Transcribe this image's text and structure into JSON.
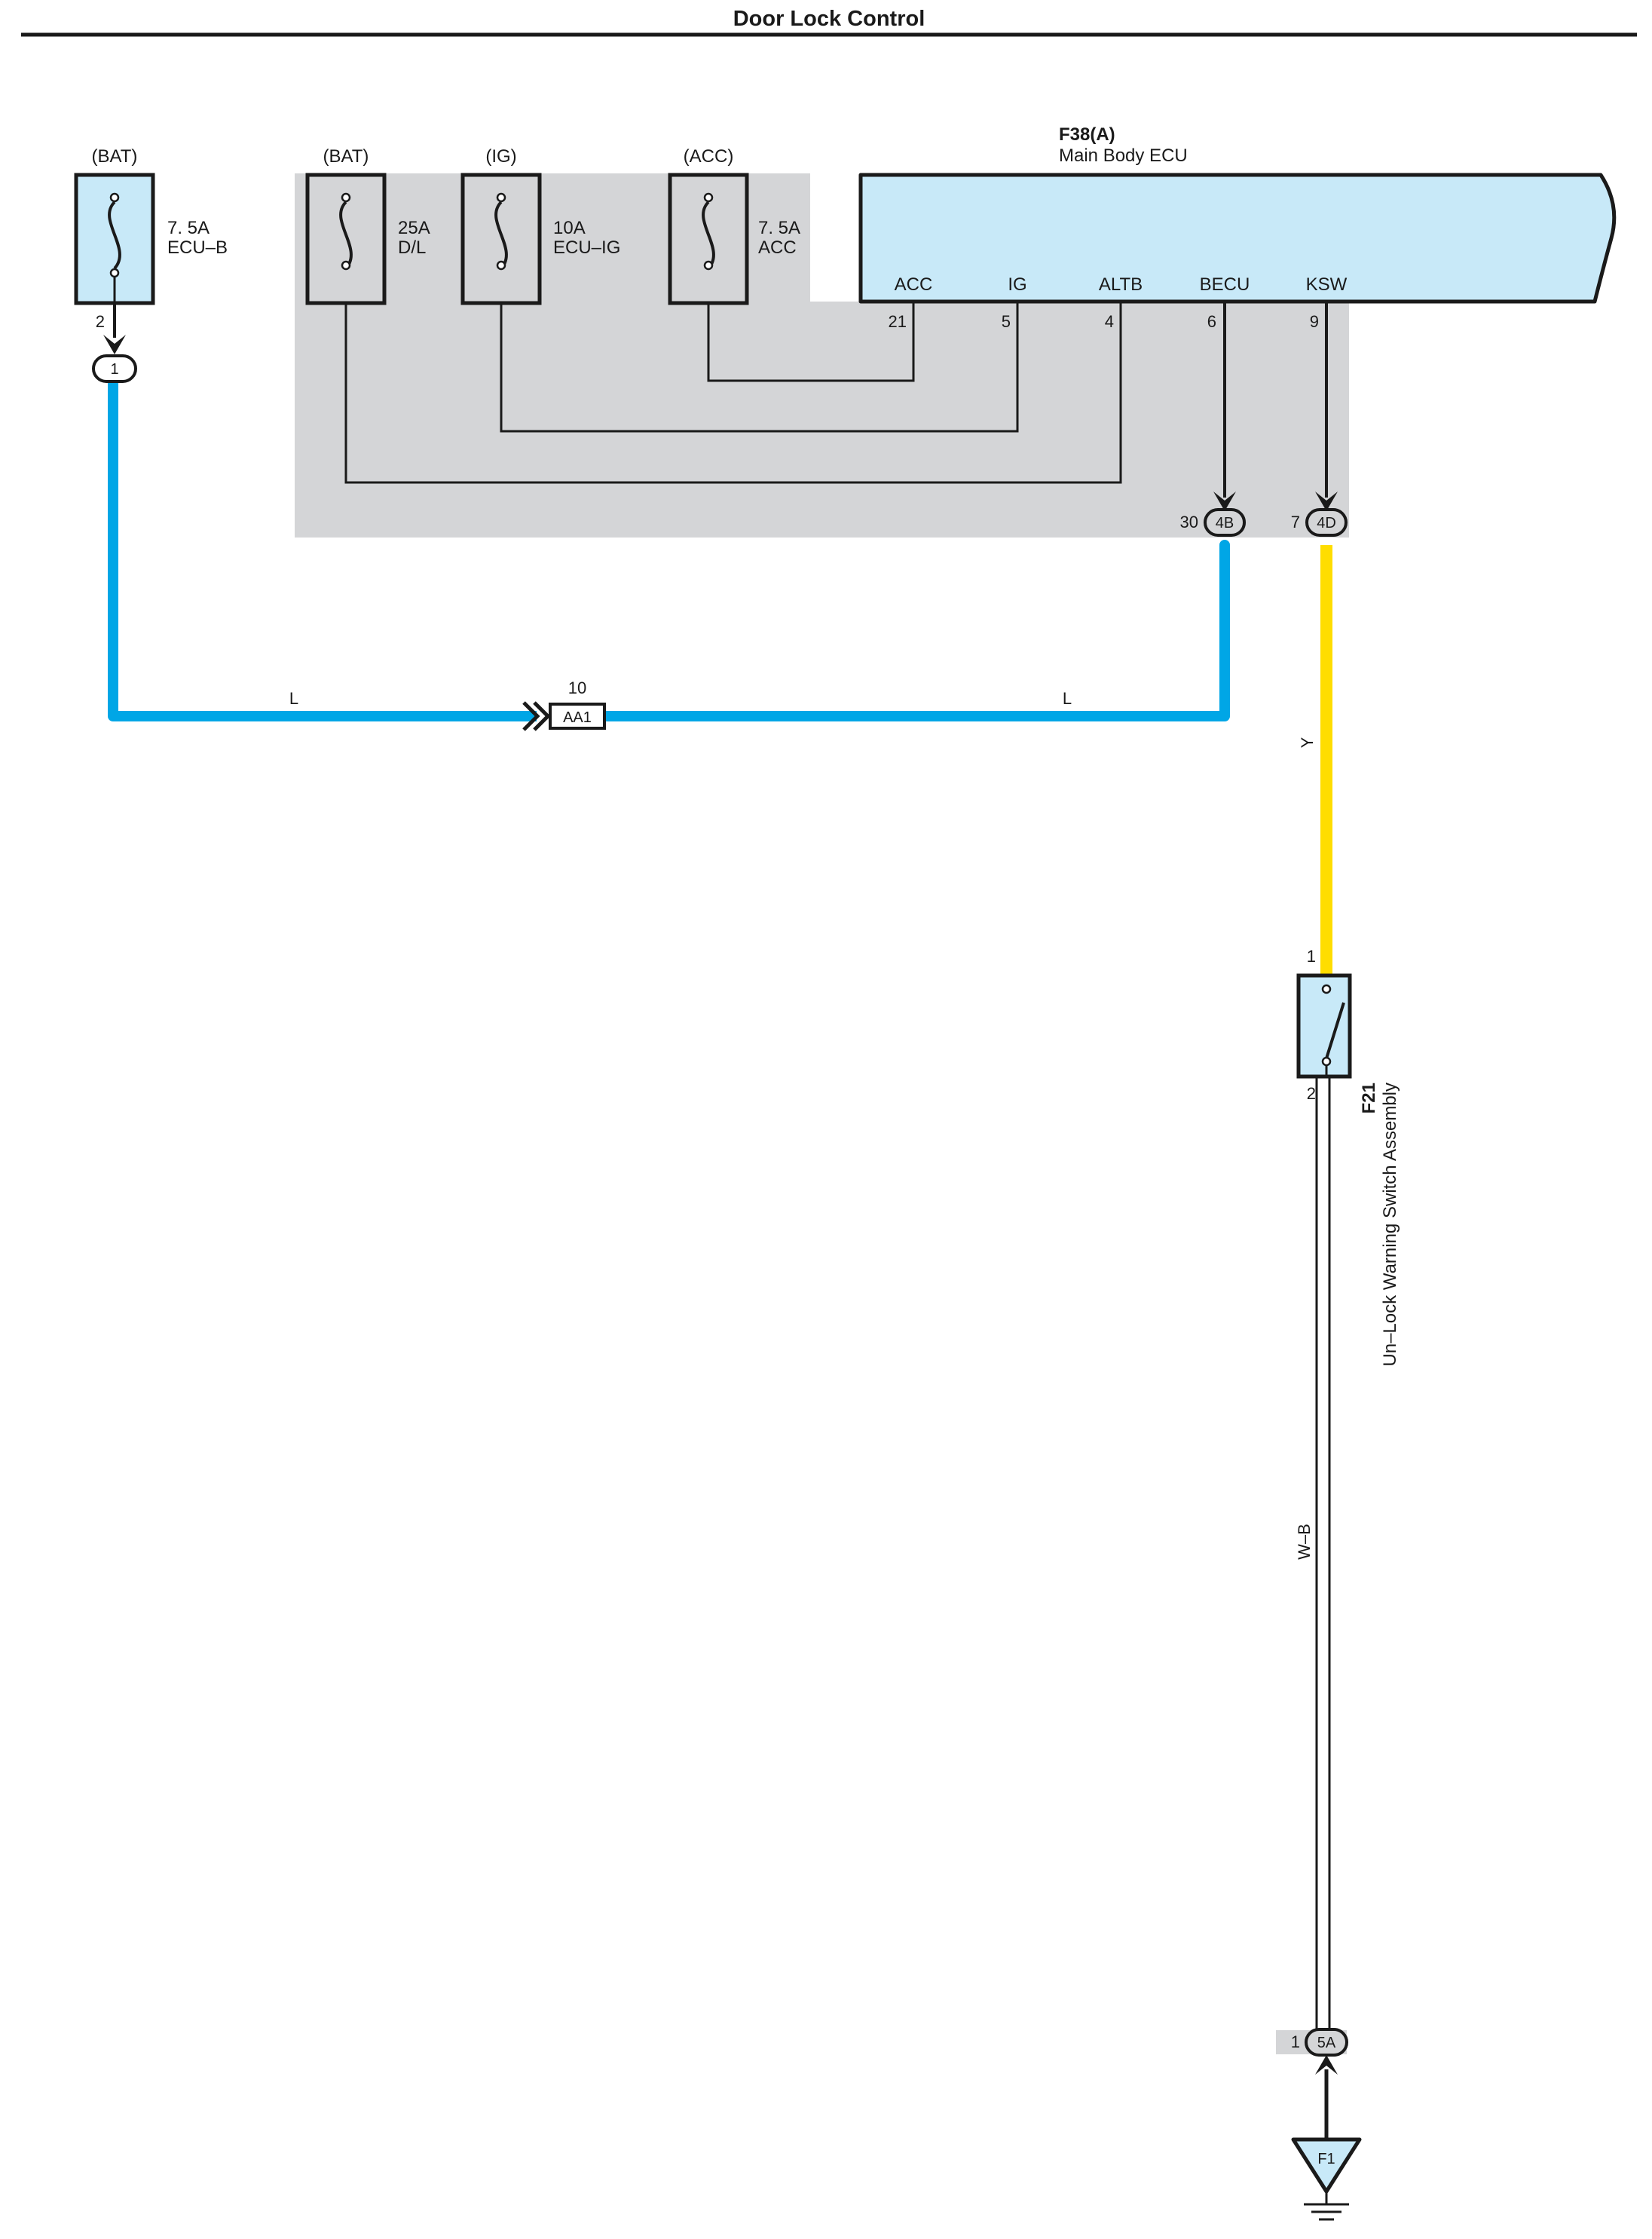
{
  "title": "Door Lock Control",
  "fuses": [
    {
      "source": "(BAT)",
      "rating": "7. 5A",
      "name": "ECU–B"
    },
    {
      "source": "(BAT)",
      "rating": "25A",
      "name": "D/L"
    },
    {
      "source": "(IG)",
      "rating": "10A",
      "name": "ECU–IG"
    },
    {
      "source": "(ACC)",
      "rating": "7. 5A",
      "name": "ACC"
    }
  ],
  "ecu": {
    "code": "F38(A)",
    "name": "Main Body ECU",
    "terminals": [
      {
        "label": "ACC",
        "pin": "21"
      },
      {
        "label": "IG",
        "pin": "5"
      },
      {
        "label": "ALTB",
        "pin": "4"
      },
      {
        "label": "BECU",
        "pin": "6"
      },
      {
        "label": "KSW",
        "pin": "9"
      }
    ]
  },
  "connectors": {
    "fuse_out_pin": "2",
    "fuse_out_conn": "1",
    "becu_conn_pin": "30",
    "becu_conn": "4B",
    "ksw_conn_pin": "7",
    "ksw_conn": "4D",
    "junction_pin": "10",
    "junction": "AA1",
    "ground_conn_pin": "1",
    "ground_conn": "5A",
    "ground": "F1"
  },
  "wires": {
    "blue_left": "L",
    "blue_right": "L",
    "yellow": "Y",
    "white_black": "W–B"
  },
  "switch": {
    "code": "F21",
    "name": "Un–Lock Warning Switch Assembly",
    "pin_top": "1",
    "pin_bottom": "2"
  },
  "colors": {
    "component_fill": "#c8e9f8",
    "junction_block": "#d4d5d7",
    "wire_blue": "#00a6e6",
    "wire_yellow": "#ffdd00",
    "wire_white_black": "#ffffff",
    "outline": "#1a1a1a"
  }
}
